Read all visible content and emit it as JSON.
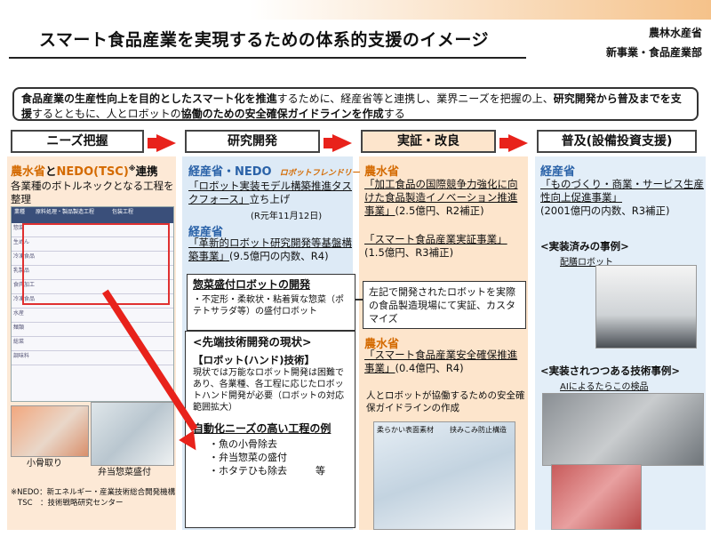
{
  "header": {
    "title": "スマート食品産業を実現するための体系的支援のイメージ",
    "ministry_line1": "農林水産省",
    "ministry_line2": "新事業・食品産業部"
  },
  "intro": {
    "part1": "食品産業の生産性向上を目的としたスマート化を推進",
    "part2": "するために、経産省等と連携し、業界ニーズを把握の上、",
    "part3": "研究開発から普及までを支援",
    "part4": "するとともに、人とロボットの",
    "part5": "協働のための安全確保ガイドラインを作成",
    "part6": "する"
  },
  "stages": [
    "ニーズ把握",
    "研究開発",
    "実証・改良",
    "普及(設備投資支援)"
  ],
  "col1": {
    "heading_a": "農水省",
    "heading_and": "と",
    "heading_b": "NEDO(TSC)",
    "heading_mark": "※",
    "heading_c": "連携",
    "desc": "各業種のボトルネックとなる工程を整理",
    "table_header": [
      "業種",
      "原料処理・製品製造工程",
      "包装工程"
    ],
    "table_rows": [
      "惣菜",
      "生めん",
      "冷凍食品",
      "乳製品",
      "食肉加工",
      "冷凍食品",
      "水産",
      "麺類",
      "総菜",
      "調味料"
    ],
    "photo1_label": "小骨取り",
    "photo2_label": "弁当惣菜盛付",
    "note1": "※NEDO：新エネルギー・産業技術総合開発機構",
    "note2": "TSC　：技術戦略研究センター"
  },
  "col2": {
    "heading": "経産省・NEDO",
    "badge": "ロボットフレンドリー",
    "proj1": "「ロボット実装モデル構築推進タスクフォース」",
    "proj1_tail": "立ち上げ",
    "proj1_date": "(R元年11月12日)",
    "heading2": "経産省",
    "proj2": "「革新的ロボット研究開発等基盤構築事業」",
    "proj2_tail": "(9.5億円の内数、R4)",
    "dev_title": "惣菜盛付ロボットの開発",
    "dev_body": "・不定形・柔軟状・粘着質な惣菜（ポテトサラダ等）の盛付ロボット",
    "adv_title": "<先端技術開発の現状>",
    "adv_sub": "【ロボット(ハンド)技術】",
    "adv_body": "現状では万能なロボット開発は困難であり、各業種、各工程に応じたロボットハンド開発が必要（ロボットの対応範囲拡大）",
    "needs_title": "自動化ニーズの高い工程の例",
    "needs": [
      "・魚の小骨除去",
      "・弁当惣菜の盛付",
      "・ホタテひも除去"
    ],
    "needs_etc": "等"
  },
  "col3": {
    "heading": "農水省",
    "proj1": "「加工食品の国際競争力強化に向けた食品製造イノベーション推進事業」",
    "proj1_tail": "(2.5億円、R2補正)",
    "proj2": "「スマート食品産業実証事業」",
    "proj2_tail": "(1.5億円、R3補正)",
    "callout": "左記で開発されたロボットを実際の食品製造現場にて実証、カスタマイズ",
    "heading2": "農水省",
    "proj3": "「スマート食品産業安全確保推進事業」",
    "proj3_tail": "(0.4億円、R4)",
    "guideline": "人とロボットが協働するための安全確保ガイドラインの作成",
    "lbl_soft": "柔らかい表面素材",
    "lbl_pinch": "挟みこみ防止構造"
  },
  "col4": {
    "heading": "経産省",
    "proj": "「ものづくり・商業・サービス生産性向上促進事業」",
    "proj_tail": "(2001億円の内数、R3補正)",
    "case_title": "<実装済みの事例>",
    "case_label": "配膳ロボット",
    "tech_title": "<実装されつつある技術事例>",
    "tech_label": "AIによるたらこの検品"
  },
  "colors": {
    "arrow": "#e8221b",
    "orange": "#d46a00",
    "blue": "#2a62a8"
  }
}
